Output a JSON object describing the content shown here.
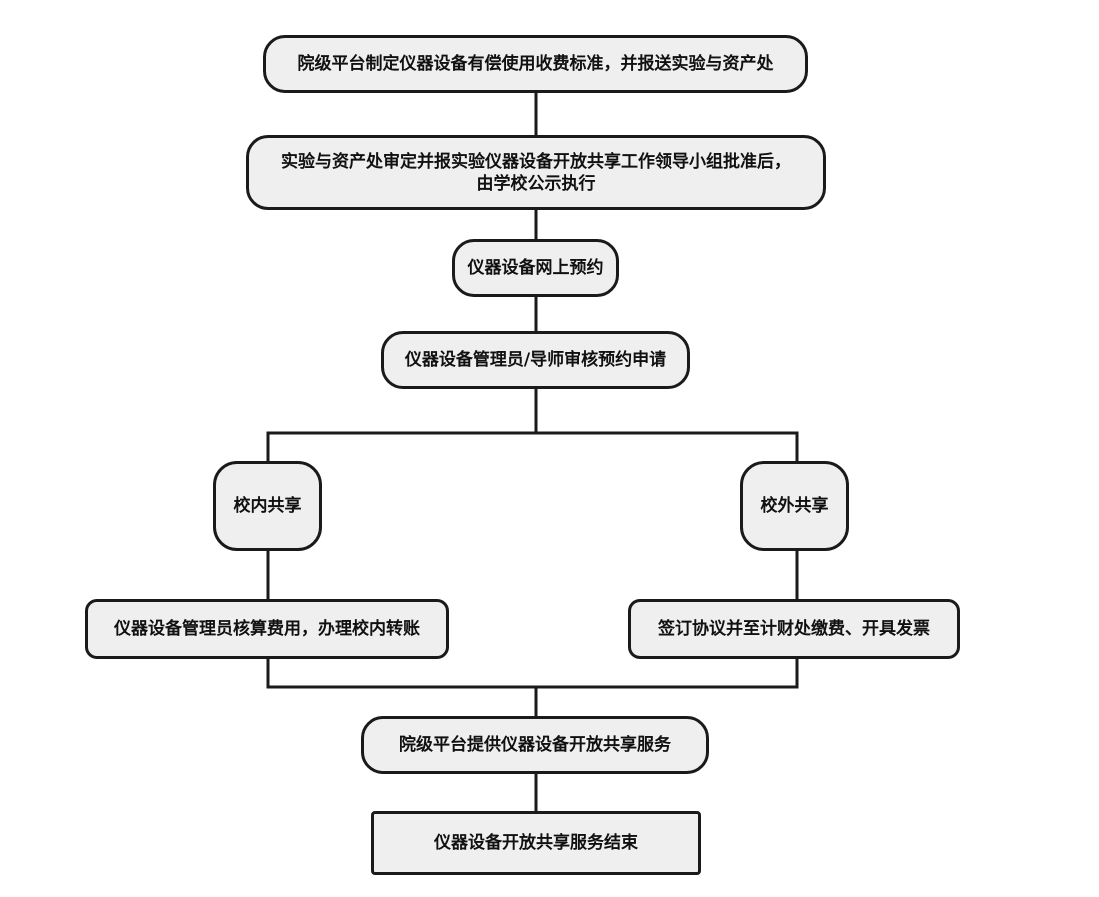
{
  "diagram": {
    "nodes": {
      "n1": "院级平台制定仪器设备有偿使用收费标准，并报送实验与资产处",
      "n2_line1": "实验与资产处审定并报实验仪器设备开放共享工作领导小组批准后，",
      "n2_line2": "由学校公示执行",
      "n3": "仪器设备网上预约",
      "n4": "仪器设备管理员/导师审核预约申请",
      "n5": "校内共享",
      "n6": "校外共享",
      "n7": "仪器设备管理员核算费用，办理校内转账",
      "n8": "签订协议并至计财处缴费、开具发票",
      "n9": "院级平台提供仪器设备开放共享服务",
      "n10": "仪器设备开放共享服务结束"
    },
    "colors": {
      "node_fill": "#efefef",
      "stroke": "#1a1a1a",
      "text": "#111111"
    }
  }
}
